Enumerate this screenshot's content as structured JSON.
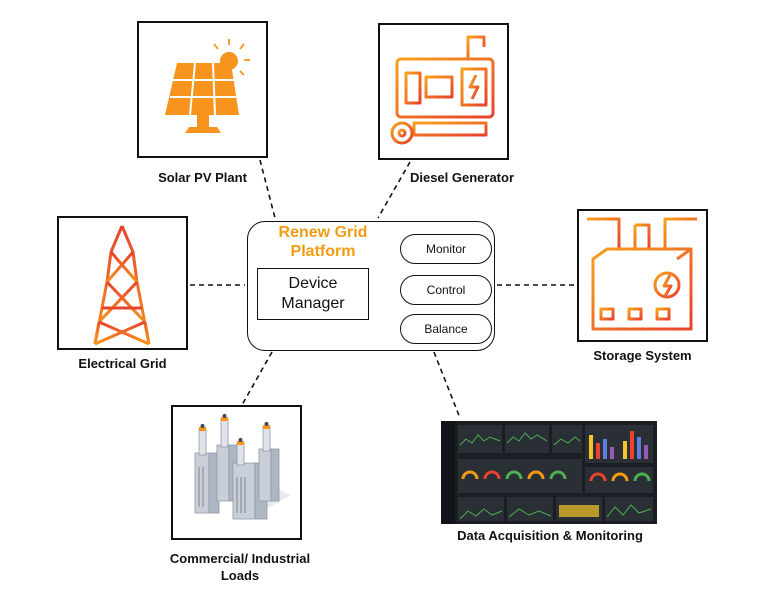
{
  "platform": {
    "title": "Renew Grid Platform",
    "device_manager": [
      "Device",
      "Manager"
    ],
    "functions": [
      "Monitor",
      "Control",
      "Balance"
    ]
  },
  "nodes": {
    "solar": "Solar PV Plant",
    "diesel": "Diesel Generator",
    "grid": "Electrical Grid",
    "storage": "Storage System",
    "loads": [
      "Commercial/ Industrial",
      "Loads"
    ],
    "daq": "Data Acquisition & Monitoring"
  },
  "icons": {
    "solar": "solar-panel-icon",
    "diesel": "diesel-generator-icon",
    "grid": "transmission-tower-icon",
    "storage": "battery-storage-icon",
    "loads": "industrial-plant-icon",
    "daq": "monitoring-dashboard-icon"
  },
  "colors": {
    "accent": "#f39c12",
    "icon_orange": "#f7941d",
    "icon_red": "#e8432d",
    "dashboard_bg": "#1a1d22"
  }
}
